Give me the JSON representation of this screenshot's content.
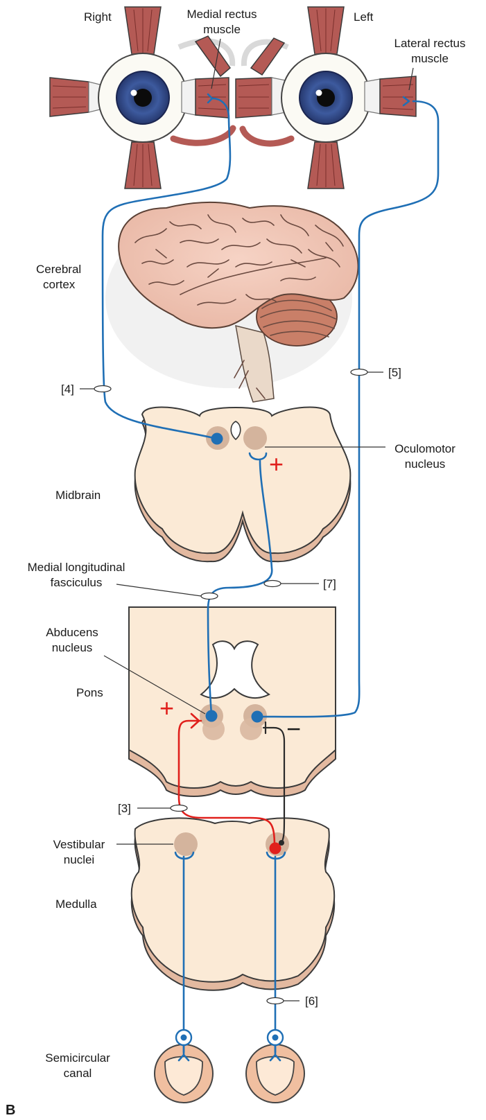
{
  "labels": {
    "right": "Right",
    "left": "Left",
    "medial_rectus_line1": "Medial rectus",
    "medial_rectus_line2": "muscle",
    "lateral_rectus_line1": "Lateral rectus",
    "lateral_rectus_line2": "muscle",
    "cerebral_line1": "Cerebral",
    "cerebral_line2": "cortex",
    "midbrain": "Midbrain",
    "oculomotor_line1": "Oculomotor",
    "oculomotor_line2": "nucleus",
    "mlf_line1": "Medial longitudinal",
    "mlf_line2": "fasciculus",
    "abducens_line1": "Abducens",
    "abducens_line2": "nucleus",
    "pons": "Pons",
    "vestibular_line1": "Vestibular",
    "vestibular_line2": "nuclei",
    "medulla": "Medulla",
    "semicircular_line1": "Semicircular",
    "semicircular_line2": "canal",
    "panel": "B"
  },
  "markers": {
    "m4": "[4]",
    "m5": "[5]",
    "m7": "[7]",
    "m3": "[3]",
    "m6": "[6]"
  },
  "signs": {
    "plus": "+",
    "minus": "−"
  },
  "colors": {
    "nerve_blue": "#1f6fb5",
    "excitatory_red": "#e0201c",
    "inhibitory_black": "#2a2a2a",
    "tissue": "#fbead6",
    "nucleus": "#d4b49d",
    "muscle": "#b45a55",
    "iris": "#3d5a9e"
  }
}
